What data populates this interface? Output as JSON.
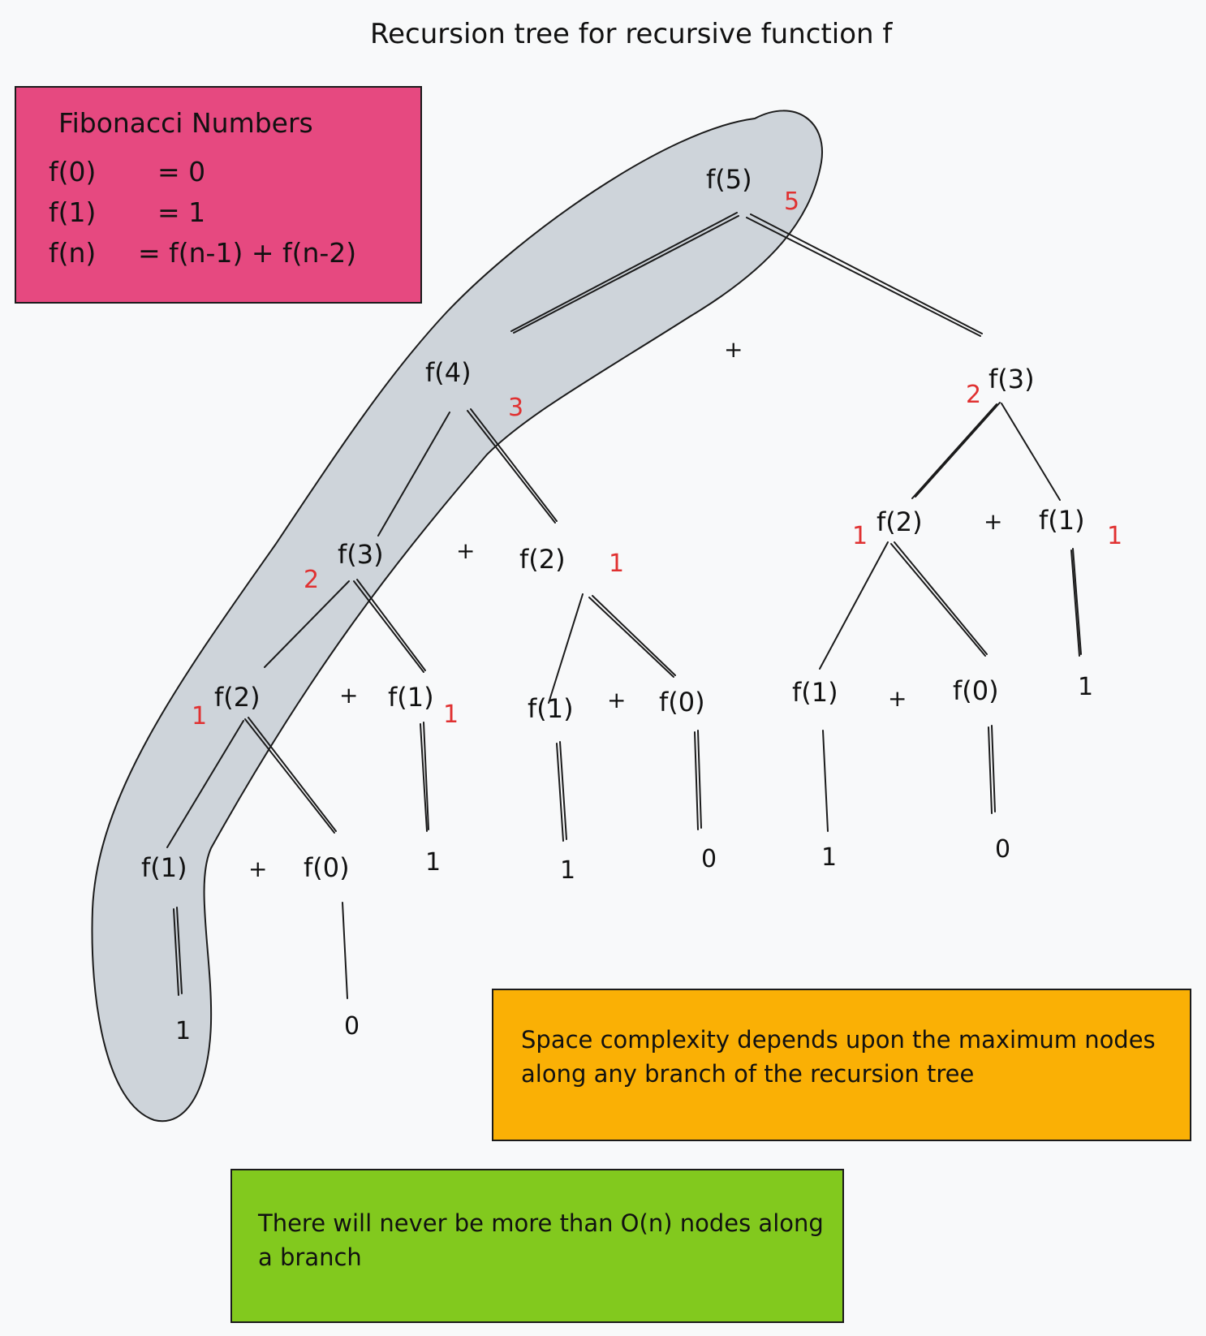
{
  "title": "Recursion tree for recursive function f",
  "definition_box": {
    "heading": "Fibonacci Numbers",
    "rows": [
      {
        "lhs": "f(0)",
        "rhs": "= 0"
      },
      {
        "lhs": "f(1)",
        "rhs": "= 1"
      },
      {
        "lhs": "f(n)",
        "rhs": "= f(n-1) + f(n-2)"
      }
    ],
    "color": "#e64980"
  },
  "space_note": {
    "text": "Space complexity depends upon the maximum nodes along any branch of the recursion tree",
    "color": "#fab005"
  },
  "bound_note": {
    "text": "There will never be more than O(n) nodes along a branch",
    "color": "#82c91e"
  },
  "highlight_color": "#ced4da",
  "count_color": "#e03131",
  "tree": {
    "nodes": {
      "f5": "f(5)",
      "f4": "f(4)",
      "f3r": "f(3)",
      "f3l": "f(3)",
      "f2m": "f(2)",
      "f2rr": "f(2)",
      "f1rr": "f(1)",
      "f2l": "f(2)",
      "f1l": "f(1)",
      "f1m": "f(1)",
      "f0m": "f(0)",
      "f1rl": "f(1)",
      "f0rl": "f(0)",
      "f1ll": "f(1)",
      "f0ll": "f(0)"
    },
    "leaf_values": {
      "v_f1rr": "1",
      "v_f1l": "1",
      "v_f1m": "1",
      "v_f0m": "0",
      "v_f1rl": "1",
      "v_f0rl": "0",
      "v_f1ll": "1",
      "v_f0ll": "0"
    },
    "counts": {
      "f5": "5",
      "f4": "3",
      "f3r": "2",
      "f3l": "2",
      "f2m": "1",
      "f2rr": "1",
      "f1rr": "1",
      "f2l": "1",
      "f1l": "1"
    },
    "plus": "+"
  }
}
